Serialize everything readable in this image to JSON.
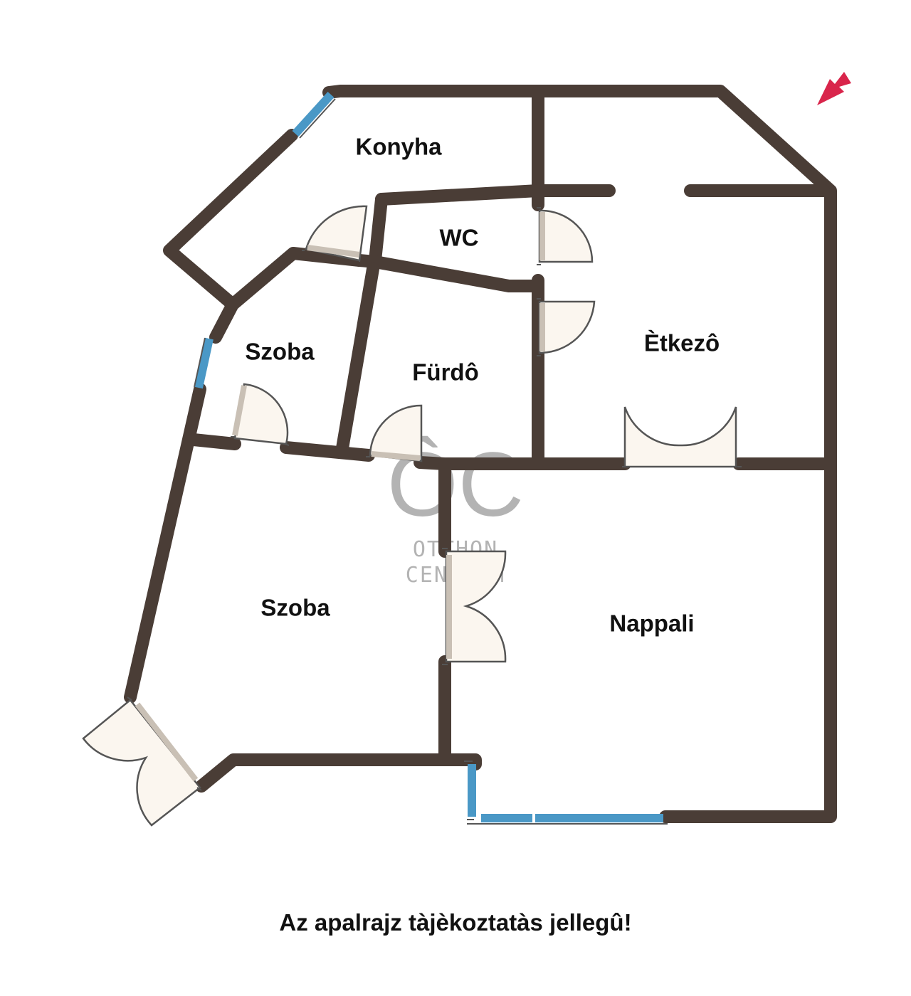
{
  "rooms": {
    "konyha": "Konyha",
    "wc": "WC",
    "szoba_small": "Szoba",
    "furdo": "Fürdô",
    "etkezo": "Ètkezô",
    "szoba_large": "Szoba",
    "nappali": "Nappali"
  },
  "watermark": {
    "logo": "ÔC",
    "line1": "OTTHON",
    "line2": "CENTRUM"
  },
  "disclaimer": "Az apalrajz tàjèkoztatàs jellegû!",
  "compass": {
    "icon": "north-arrow-icon",
    "color": "#d9254b"
  },
  "colors": {
    "wall": "#4a3d36",
    "window": "#4a98c6",
    "door_fill": "#fbf6ef",
    "door_shadow": "#c9c0b5",
    "door_line": "#555555",
    "watermark": "#9a9a9a",
    "label": "#111111"
  }
}
